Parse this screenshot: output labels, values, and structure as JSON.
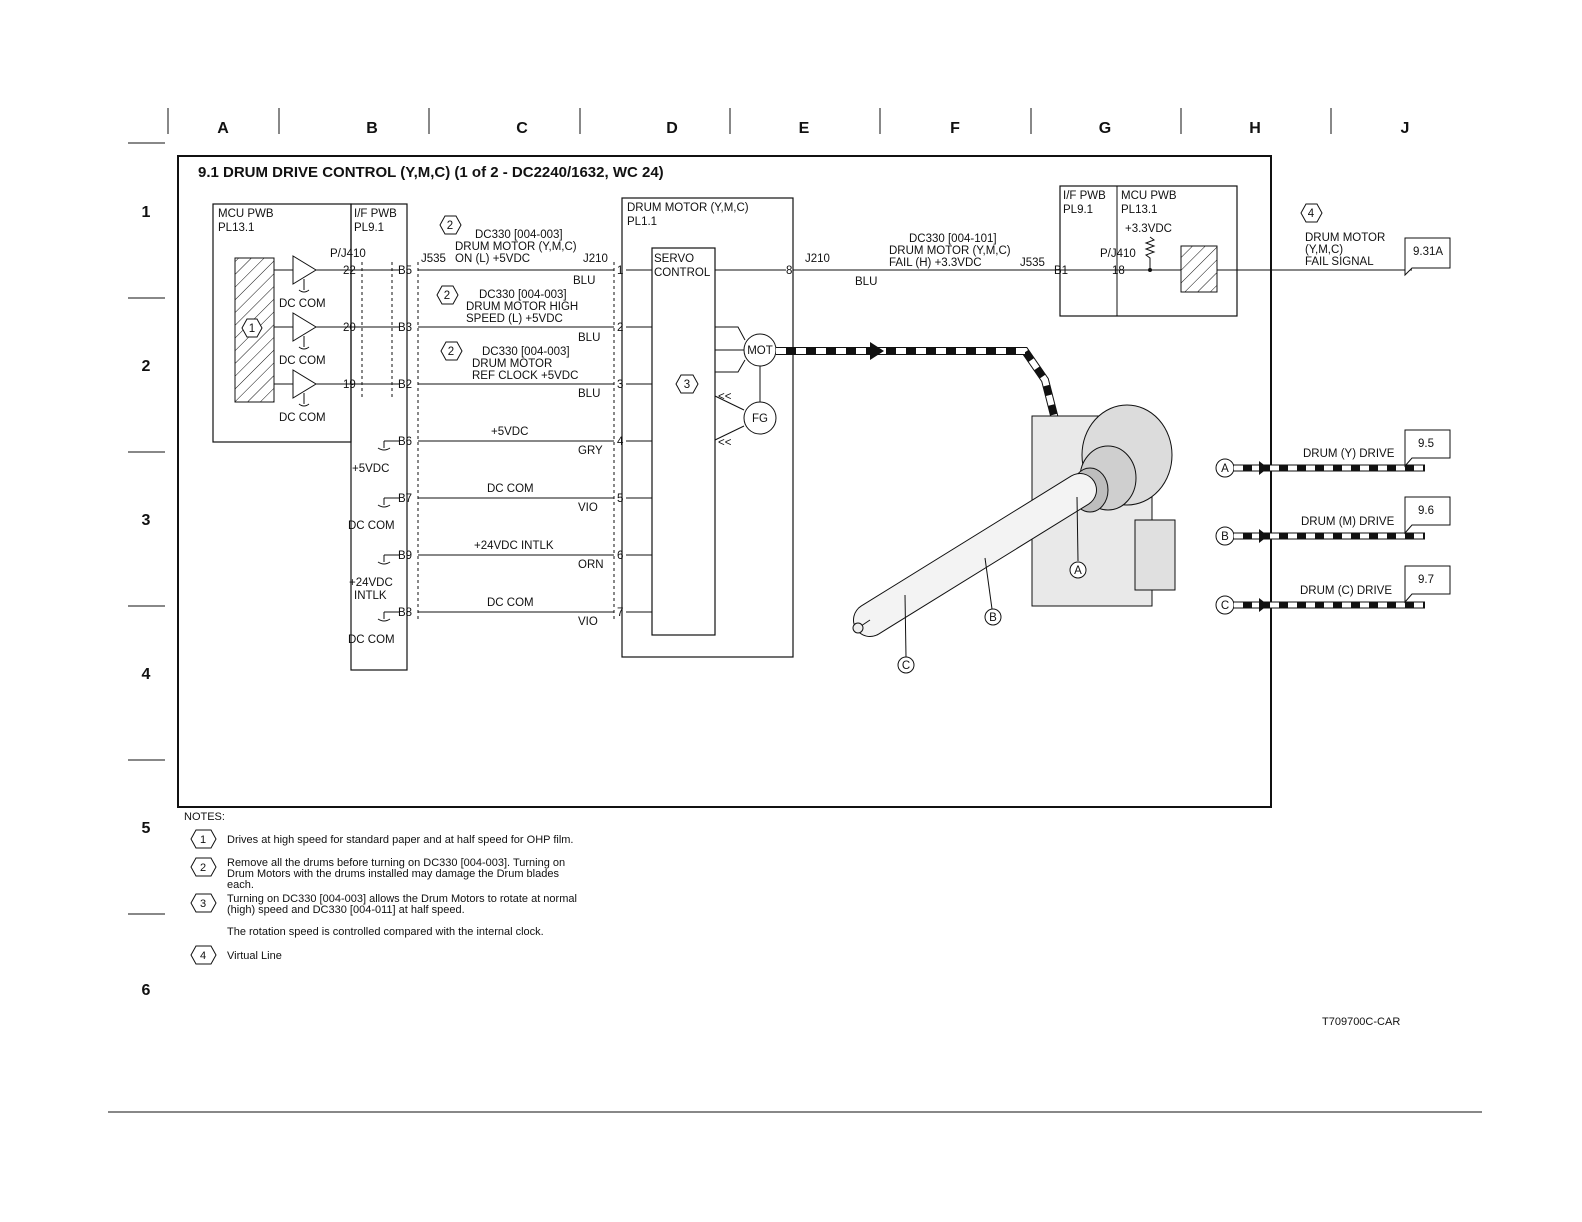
{
  "columns": [
    "A",
    "B",
    "C",
    "D",
    "E",
    "F",
    "G",
    "H",
    "J"
  ],
  "rows": [
    "1",
    "2",
    "3",
    "4",
    "5",
    "6"
  ],
  "title": "9.1 DRUM DRIVE CONTROL (Y,M,C) (1 of 2 - DC2240/1632, WC 24)",
  "mcu_pwb_left": {
    "name": "MCU PWB",
    "pl": "PL13.1"
  },
  "if_pwb_left": {
    "name": "I/F PWB",
    "pl": "PL9.1"
  },
  "pj410": "P/J410",
  "j535": "J535",
  "j210": "J210",
  "dc_com": "DC COM",
  "pins_left": [
    "22",
    "20",
    "19"
  ],
  "pins_b": [
    "B5",
    "B3",
    "B2",
    "B6",
    "B7",
    "B9",
    "B8"
  ],
  "pins_motor": [
    "1",
    "2",
    "3",
    "4",
    "5",
    "6",
    "7",
    "8"
  ],
  "sig1": [
    "DC330 [004-003]",
    "DRUM MOTOR (Y,M,C)",
    "ON (L) +5VDC"
  ],
  "sig2": [
    "DC330 [004-003]",
    "DRUM MOTOR HIGH",
    "SPEED (L) +5VDC"
  ],
  "sig3": [
    "DC330 [004-003]",
    "DRUM MOTOR",
    "REF CLOCK +5VDC"
  ],
  "wire_colors": {
    "blu": "BLU",
    "gry": "GRY",
    "vio": "VIO",
    "orn": "ORN"
  },
  "power": {
    "v5": "+5VDC",
    "v24": "+24VDC INTLK",
    "v24a": "+24VDC",
    "intlk": "INTLK"
  },
  "drum_motor": {
    "name": "DRUM MOTOR (Y,M,C)",
    "pl": "PL1.1"
  },
  "servo": [
    "SERVO",
    "CONTROL"
  ],
  "mot": "MOT",
  "fg": "FG",
  "fail_sig": [
    "DC330 [004-101]",
    "DRUM MOTOR (Y,M,C)",
    "FAIL (H) +3.3VDC"
  ],
  "pin_b1": "B1",
  "pin_18": "18",
  "if_pwb_right": {
    "name": "I/F PWB",
    "pl": "PL9.1"
  },
  "mcu_pwb_right": {
    "name": "MCU PWB",
    "pl": "PL13.1",
    "v": "+3.3VDC"
  },
  "fail_out": [
    "DRUM MOTOR",
    "(Y,M,C)",
    "FAIL SIGNAL"
  ],
  "ref_931a": "9.31A",
  "drives": [
    {
      "letter": "A",
      "label": "DRUM (Y) DRIVE",
      "ref": "9.5"
    },
    {
      "letter": "B",
      "label": "DRUM (M) DRIVE",
      "ref": "9.6"
    },
    {
      "letter": "C",
      "label": "DRUM (C) DRIVE",
      "ref": "9.7"
    }
  ],
  "notes_heading": "NOTES:",
  "notes": [
    {
      "n": "1",
      "lines": [
        "Drives at high speed for standard paper and at half speed for OHP film."
      ]
    },
    {
      "n": "2",
      "lines": [
        "Remove all the drums before turning on DC330 [004-003].  Turning on",
        "Drum Motors with the drums installed may damage the Drum        blades",
        "each."
      ]
    },
    {
      "n": "3",
      "lines": [
        "Turning on DC330 [004-003] allows the Drum Motors to rotate at normal",
        "(high) speed and DC330 [004-011] at half speed.",
        "",
        "The rotation speed is controlled compared with the internal clock."
      ]
    },
    {
      "n": "4",
      "lines": [
        "Virtual Line"
      ]
    }
  ],
  "figure_id": "T709700C-CAR"
}
